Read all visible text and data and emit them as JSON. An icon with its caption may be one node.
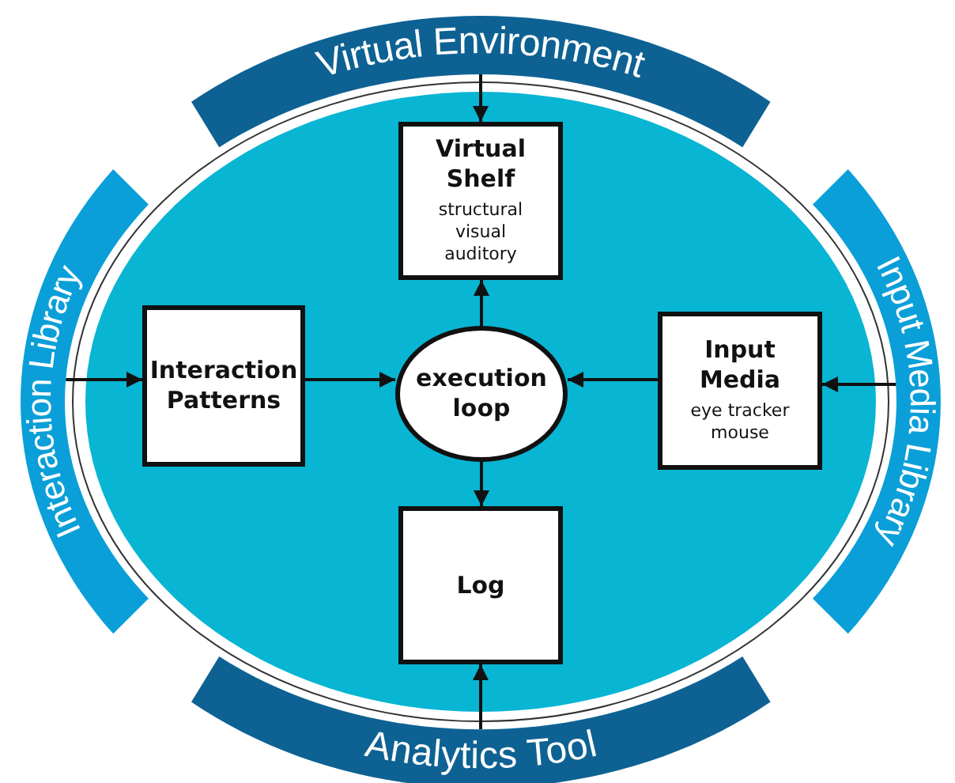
{
  "diagram": {
    "nodes": [
      {
        "text": [
          "Virtual Environment"
        ]
      },
      {
        "text": [
          "Interaction Library"
        ]
      },
      {
        "text": [
          "Input Media Library"
        ]
      },
      {
        "text": [
          "Analytics Tool"
        ]
      },
      {
        "text": [],
        "shape": "ellipse"
      },
      {
        "text": [
          "Virtual Shelf",
          "structural visual auditory"
        ],
        "in": 4
      },
      {
        "text": [
          "Interaction Patterns"
        ],
        "in": 4
      },
      {
        "text": [
          "execution loop"
        ],
        "in": 4
      },
      {
        "text": [
          "Input Media",
          "eye tracker mouse"
        ],
        "in": 4
      },
      {
        "text": [
          "Log"
        ],
        "in": 4
      }
    ],
    "edges": [
      {
        "from": 0,
        "to": 5,
        "arrow": "to"
      },
      {
        "from": 1,
        "to": 6,
        "arrow": "to"
      },
      {
        "from": 6,
        "to": 7,
        "arrow": "to"
      },
      {
        "from": 2,
        "to": 8,
        "arrow": "to"
      },
      {
        "from": 8,
        "to": 7,
        "arrow": "to"
      },
      {
        "from": 7,
        "to": 5,
        "arrow": "to"
      },
      {
        "from": 7,
        "to": 9,
        "arrow": "to"
      },
      {
        "from": 3,
        "to": 9,
        "arrow": "to"
      }
    ]
  }
}
